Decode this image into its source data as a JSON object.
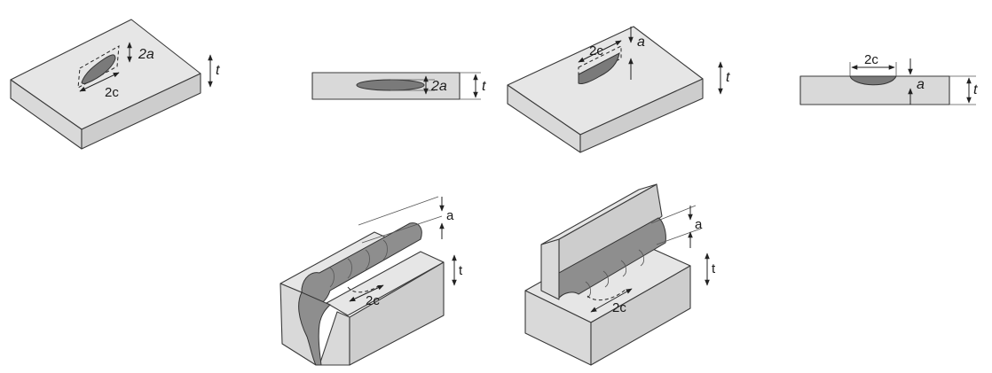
{
  "labels": {
    "two_a": "2a",
    "two_c": "2c",
    "a": "a",
    "t": "t"
  }
}
